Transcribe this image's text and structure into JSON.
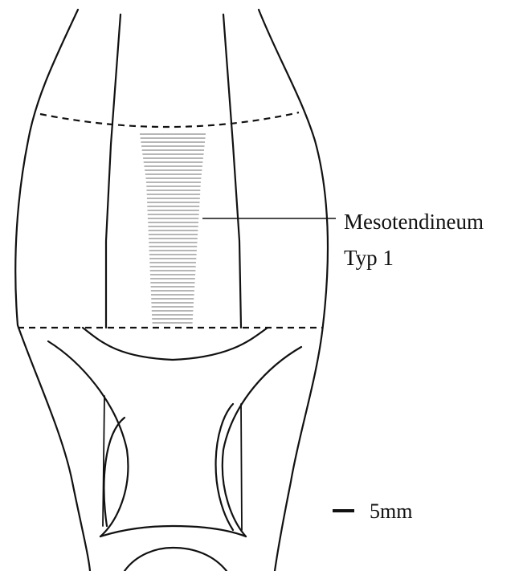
{
  "labels": {
    "mesotendineum_line1": "Mesotendineum",
    "mesotendineum_line2": "Typ 1"
  },
  "scale_bar": {
    "text": "5mm"
  },
  "colors": {
    "ink": "#111111",
    "hatch": "#8a8a8a",
    "background": "#ffffff"
  }
}
